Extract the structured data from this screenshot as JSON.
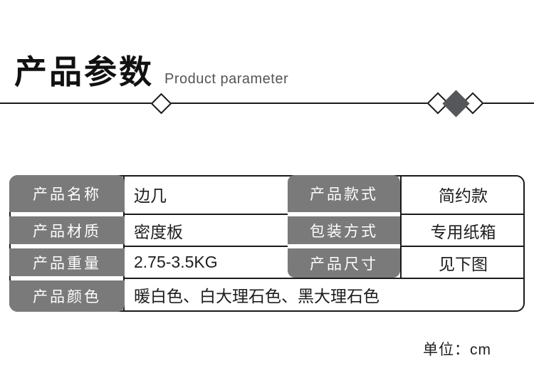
{
  "header": {
    "title": "产品参数",
    "subtitle": "Product parameter"
  },
  "decor": {
    "divider_color": "#1a1a1a",
    "filled_diamond_color": "#56575b",
    "outline_diamond_color": "#ffffff"
  },
  "table": {
    "label_bg": "#7a7a7a",
    "label_text_color": "#ffffff",
    "value_text_color": "#1d1d1d",
    "border_color": "#1a1a1a",
    "rows": [
      {
        "label": "产品名称",
        "value": "边几",
        "label2": "产品款式",
        "value2": "简约款"
      },
      {
        "label": "产品材质",
        "value": "密度板",
        "label2": "包装方式",
        "value2": "专用纸箱"
      },
      {
        "label": "产品重量",
        "value": "2.75-3.5KG",
        "label2": "产品尺寸",
        "value2": "见下图"
      },
      {
        "label": "产品颜色",
        "value": "暖白色、白大理石色、黑大理石色"
      }
    ]
  },
  "footer": {
    "unit": "单位：cm"
  }
}
